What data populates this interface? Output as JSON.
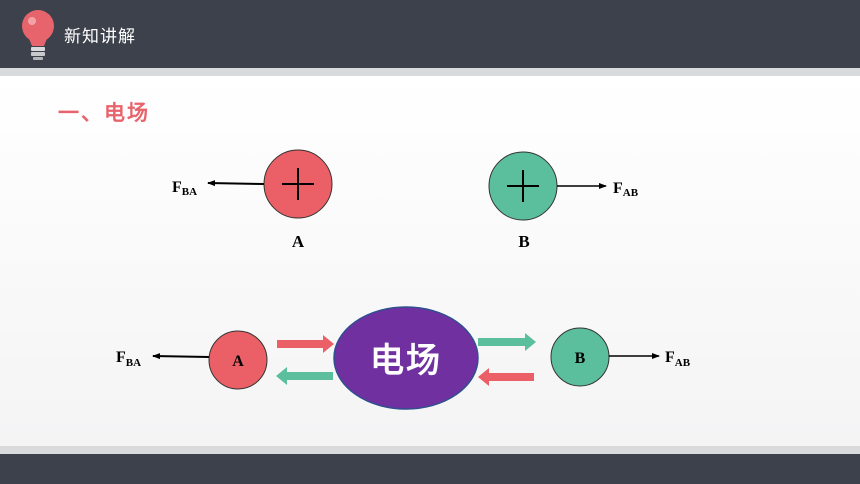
{
  "header": {
    "title": "新知讲解",
    "icon": "lightbulb-icon"
  },
  "section": {
    "heading": "一、电场"
  },
  "top_diagram": {
    "charge_a": {
      "sign": "+",
      "label": "A",
      "force_main": "F",
      "force_sub": "BA"
    },
    "charge_b": {
      "sign": "+",
      "label": "B",
      "force_main": "F",
      "force_sub": "AB"
    }
  },
  "bottom_diagram": {
    "charge_a": {
      "label": "A",
      "force_main": "F",
      "force_sub": "BA"
    },
    "field": {
      "label": "电场"
    },
    "charge_b": {
      "label": "B",
      "force_main": "F",
      "force_sub": "AB"
    }
  },
  "colors": {
    "header_bg": "#3c414b",
    "accent_red": "#e8646c",
    "accent_green": "#5bbf9d",
    "field_purple": "#7030a0"
  }
}
